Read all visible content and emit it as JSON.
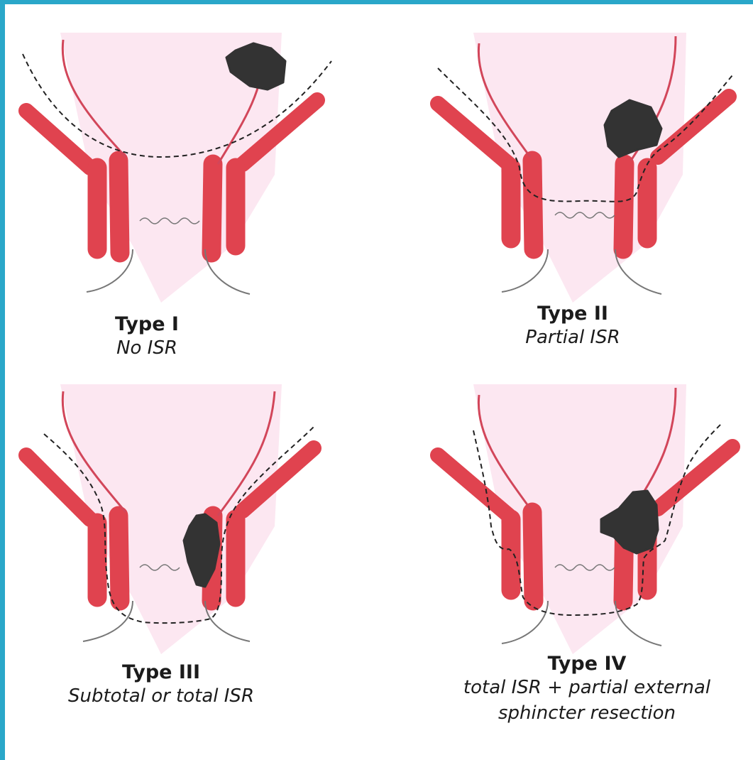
{
  "colors": {
    "muscle": "#e0434f",
    "mucosa_line": "#d2465a",
    "lumen": "#fbe3ee",
    "tumor": "#333333",
    "skin_line": "#777777",
    "dashed_line": "#222222",
    "border": "#2aa7c9"
  },
  "panels": [
    {
      "title": "Type I",
      "subtitle_lines": [
        "No ISR"
      ]
    },
    {
      "title": "Type II",
      "subtitle_lines": [
        "Partial ISR"
      ]
    },
    {
      "title": "Type III",
      "subtitle_lines": [
        "Subtotal or total ISR"
      ]
    },
    {
      "title": "Type IV",
      "subtitle_lines": [
        "total ISR + partial external",
        "sphincter resection"
      ]
    }
  ]
}
